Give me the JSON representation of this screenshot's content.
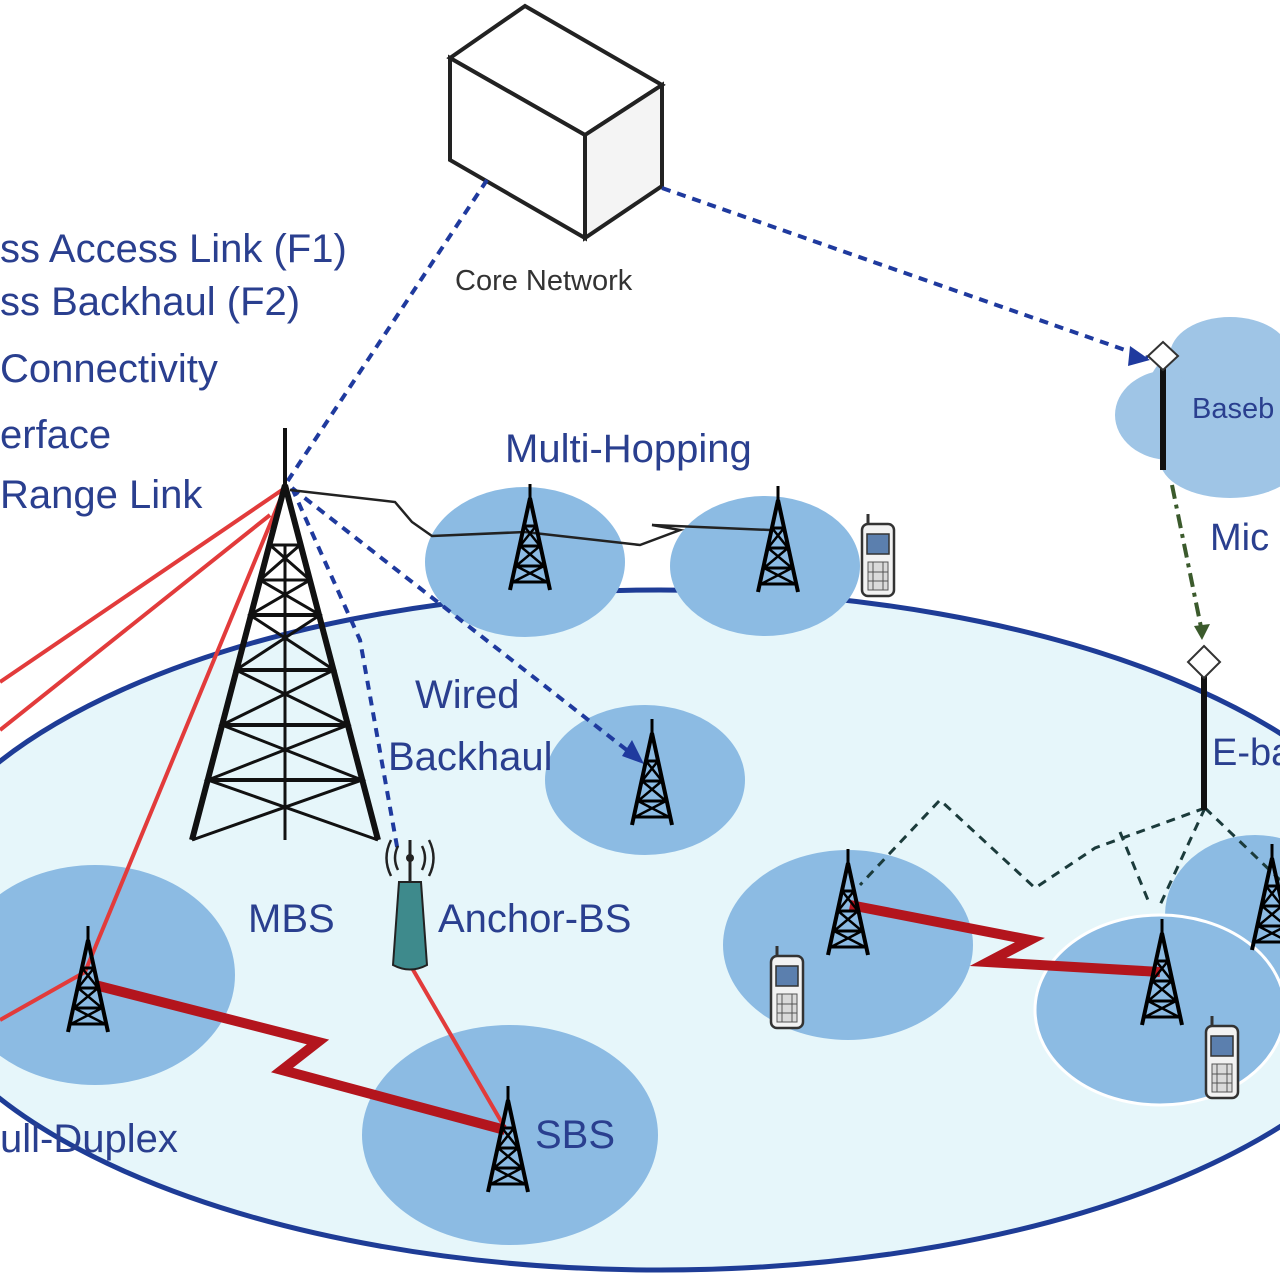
{
  "legend": {
    "items": [
      "ss Access Link (F1)",
      "ss Backhaul (F2)",
      "Connectivity",
      "erface",
      "Range Link"
    ]
  },
  "labels": {
    "core_network": "Core Network",
    "multi_hopping": "Multi-Hopping",
    "wired": "Wired",
    "backhaul": "Backhaul",
    "mbs": "MBS",
    "anchor_bs": "Anchor-BS",
    "sbs": "SBS",
    "full_duplex": "ull-Duplex",
    "baseband": "Baseb",
    "micro": "Mic",
    "e_band": "E-ba"
  },
  "colors": {
    "cell": "#8cbbe3",
    "macro_fill": "#e6f6fa",
    "macro_border": "#1e3c96",
    "access_link": "#e23b3b",
    "backhaul_zigzag": "#b3151d",
    "dashed_link": "#1f3a9e",
    "label": "#2a3f8f",
    "cloud": "#9fc5e6"
  },
  "icons": [
    "server-box-icon",
    "tower-icon",
    "phone-icon",
    "cloud-icon",
    "antenna-icon"
  ]
}
